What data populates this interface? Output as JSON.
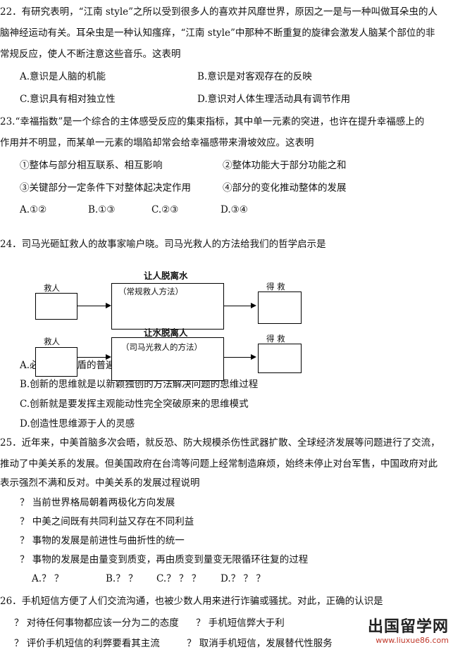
{
  "q22": {
    "l1": "22．有研究表明，“江南 style”之所以受到很多人的喜欢并风靡世界，原因之一是与一种叫做耳朵虫的人",
    "l2": "脑神经运动有关。耳朵虫是一种认知瘙痒，“江南 style”中那种不断重复的旋律会激发人脑某个部位的非",
    "l3": "常规反应，使人不断注意这些音乐。这表明",
    "a": "A.意识是人脑的机能",
    "b": "B.意识是对客观存在的反映",
    "c": "C.意识具有相对独立性",
    "d": "D.意识对人体生理活动具有调节作用"
  },
  "q23": {
    "l1": "23.“幸福指数”是一个综合的主体感受反应的集束指标，其中单一元素的突进，也许在提升幸福感上的",
    "l2": "作用并不明显，而某单一元素的塌陷却常会给幸福感带来滑坡效应。这表明",
    "o1": "①整体与部分相互联系、相互影响",
    "o2": "②整体功能大于部分功能之和",
    "o3": "③关键部分一定条件下对整体起决定作用",
    "o4": "④部分的变化推动整体的发展",
    "a": "A.①②",
    "b": "B.①③",
    "c": "C.②③",
    "d": "D.③④"
  },
  "q24": {
    "l1": "24．司马光砸缸救人的故事家喻户晓。司马光救人的方法给我们的哲学启示是",
    "diagram": {
      "row1_title": "让人脱离水",
      "row1_left": "救人",
      "row1_mid": "（常规救人方法）",
      "row1_right": "得 救",
      "row2_title": "让水脱离人",
      "row2_left": "救人",
      "row2_mid": "（司马光救人的方法）",
      "row2_right": "得 救"
    },
    "a": "A.必须坚持矛盾的普遍性",
    "b": "B.创新的思维就是以新颖独创的方法解决问题的思维过程",
    "c": "C.创新就是要发挥主观能动性完全突破原来的思维模式",
    "d": "D.创造性思维源于人的灵感"
  },
  "q25": {
    "l1": "25．近年来，中美首脑多次会晤，就反恐、防大规模杀伤性武器扩散、全球经济发展等问题进行了交流，",
    "l2": "推动了中美关系的发展。但美国政府在台湾等问题上经常制造麻烦，始终未停止对台军售，中国政府对此",
    "l3": "表示强烈不满和反对。中美关系的发展过程说明",
    "o1": "？ 当前世界格局朝着两极化方向发展",
    "o2": "？ 中美之间既有共同利益又存在不同利益",
    "o3": "？ 事物的发展是前进性与曲折性的统一",
    "o4": "？ 事物的发展是由量变到质变，再由质变到量变无限循环往复的过程",
    "a": "A.？ ？",
    "b": "B.？ ？",
    "c": "C.？ ？ ？",
    "d": "D.？ ？ ？"
  },
  "q26": {
    "l1": "26．手机短信方便了人们交流沟通，也被少数人用来进行诈骗或骚扰。对此，正确的认识是",
    "o1": "？ 对待任何事物都应该一分为二的态度",
    "o2": "？ 手机短信弊大于利",
    "o3": "？ 评价手机短信的利弊要看其主流",
    "o4": "？ 取消手机短信，发展替代性服务"
  },
  "watermark": {
    "big": "出国留学网",
    "url": "www.liuxue86.com"
  }
}
